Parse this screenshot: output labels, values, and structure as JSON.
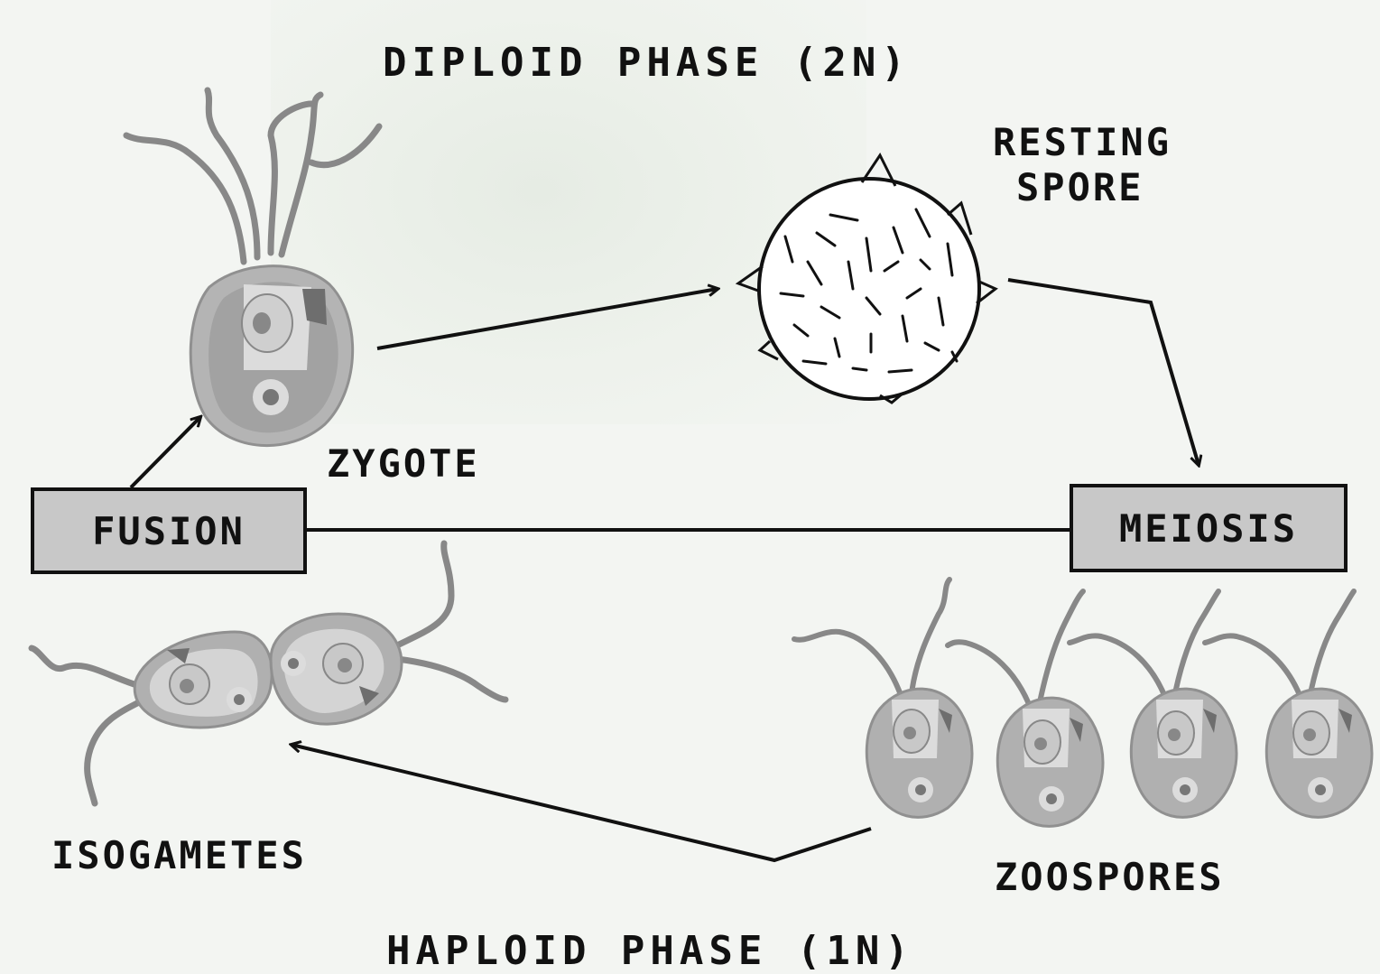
{
  "phases": {
    "diploid": "DIPLOID PHASE (2N)",
    "haploid": "HAPLOID PHASE (1N)"
  },
  "stages": {
    "resting_spore_line1": "RESTING",
    "resting_spore_line2": "SPORE",
    "zygote": "ZYGOTE",
    "isogametes": "ISOGAMETES",
    "zoospores": "ZOOSPORES"
  },
  "processes": {
    "fusion": "FUSION",
    "meiosis": "MEIOSIS"
  },
  "colors": {
    "ink": "#111111",
    "cell_outer": "#a8a8a8",
    "cell_inner": "#d9d9d9",
    "box_fill": "#c8c8c8"
  }
}
